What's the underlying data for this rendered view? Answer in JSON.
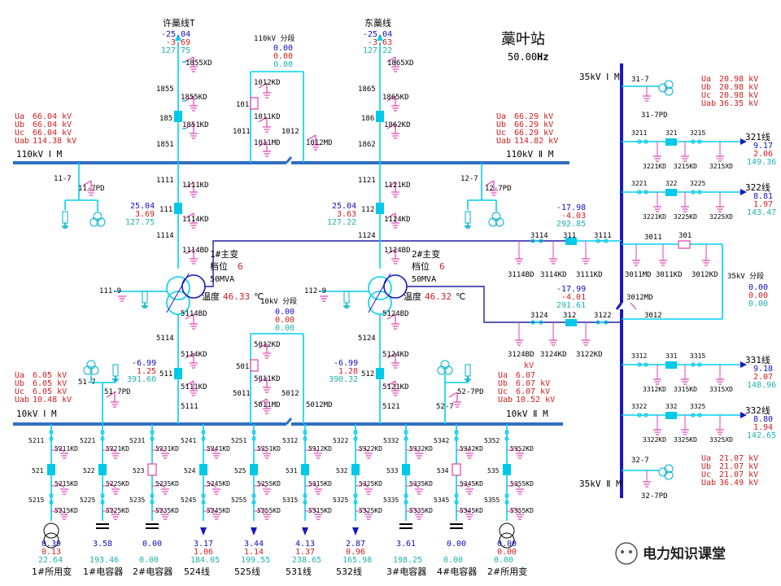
{
  "station": {
    "name": "藁叶站",
    "freq": "50.00",
    "freq_unit": "Hz"
  },
  "watermark": "电力知识课堂",
  "colors": {
    "line": "#00d0f0",
    "bus": "#3070c0",
    "breaker": "#00c8e8",
    "ground": "#e040b0",
    "red": "#d02020",
    "blue": "#1010c0",
    "cyan": "#20b0b0",
    "bus35": "#1818c0"
  },
  "buses": {
    "b110_1": "110kV Ⅰ M",
    "b110_2": "110kV Ⅱ M",
    "b10_1": "10kV Ⅰ M",
    "b10_2": "10kV Ⅱ M",
    "b35_1": "35kV Ⅰ M",
    "b35_2": "35kV Ⅱ M"
  },
  "incoming": [
    {
      "name": "许藁线T",
      "p": "-25.04",
      "q": "-3.69",
      "i": "127.75"
    },
    {
      "name": "东藁线",
      "p": "-25.04",
      "q": "-3.63",
      "i": "127.22"
    }
  ],
  "sections": {
    "s110": {
      "label": "110kV 分段",
      "v1": "0.00",
      "v2": "0.00",
      "v3": "0.00"
    },
    "s10": {
      "label": "10kV 分段",
      "v1": "0.00",
      "v2": "0.00",
      "v3": "0.00"
    },
    "s35": {
      "label": "35kV 分段",
      "v1": "0.00",
      "v2": "0.00",
      "v3": "0.00"
    }
  },
  "bus_voltages": {
    "b110_1": [
      {
        "k": "Ua",
        "v": "66.04 kV"
      },
      {
        "k": "Ub",
        "v": "66.04 kV"
      },
      {
        "k": "Uc",
        "v": "66.04 kV"
      },
      {
        "k": "Uab",
        "v": "114.38 kV"
      }
    ],
    "b110_2": [
      {
        "k": "Ua",
        "v": "66.29 kV"
      },
      {
        "k": "Ub",
        "v": "66.29 kV"
      },
      {
        "k": "Uc",
        "v": "66.29 kV"
      },
      {
        "k": "Uab",
        "v": "114.82 kV"
      }
    ],
    "b10_1": [
      {
        "k": "Ua",
        "v": "6.05 kV"
      },
      {
        "k": "Ub",
        "v": "6.05 kV"
      },
      {
        "k": "Uc",
        "v": "6.05 kV"
      },
      {
        "k": "Uab",
        "v": "10.48 kV"
      }
    ],
    "b10_2": [
      {
        "k": "Ua",
        "v": "6.07"
      },
      {
        "k": "Ub",
        "v": "6.07 kV"
      },
      {
        "k": "Uc",
        "v": "6.07 kV"
      },
      {
        "k": "Uab",
        "v": "10.52 kV"
      }
    ],
    "b35_1": [
      {
        "k": "Ua",
        "v": "20.98 kV"
      },
      {
        "k": "Ub",
        "v": "20.98 kV"
      },
      {
        "k": "Uc",
        "v": "20.98 kV"
      },
      {
        "k": "Uab",
        "v": "36.35 kV"
      }
    ],
    "b35_2": [
      {
        "k": "Ua",
        "v": "21.07 kV"
      },
      {
        "k": "Ub",
        "v": "21.07 kV"
      },
      {
        "k": "Uc",
        "v": "21.07 kV"
      },
      {
        "k": "Uab",
        "v": "36.49 kV"
      }
    ]
  },
  "transformers": [
    {
      "name": "1#主变",
      "tap_label": "档位",
      "tap": "6",
      "cap": "50MVA",
      "temp_label": "温度",
      "temp": "46.33",
      "temp_unit": "℃",
      "hv": {
        "p": "25.04",
        "q": "3.69",
        "i": "127.75"
      },
      "mv": {
        "p": "-17.98",
        "q": "-4.03",
        "i": "292.85"
      },
      "lv": {
        "p": "-6.99",
        "q": "1.25",
        "i": "391.60"
      }
    },
    {
      "name": "2#主变",
      "tap_label": "档位",
      "tap": "6",
      "cap": "50MVA",
      "temp_label": "温度",
      "temp": "46.32",
      "temp_unit": "℃",
      "hv": {
        "p": "25.04",
        "q": "3.63",
        "i": "127.22"
      },
      "mv": {
        "p": "-17.99",
        "q": "-4.01",
        "i": "291.61"
      },
      "lv": {
        "p": "-6.99",
        "q": "1.28",
        "i": "390.32"
      },
      "lv_unit": "kV"
    }
  ],
  "labels": {
    "l1855XD": "1855XD",
    "l1855": "1855",
    "l1855KD": "1855KD",
    "l185": "185",
    "l1851KD": "1851KD",
    "l1851": "1851",
    "l1865XD": "1865XD",
    "l1865": "1865",
    "l1865KD": "1865KD",
    "l186": "186",
    "l1862KD": "1862KD",
    "l1862": "1862",
    "l1012KD": "1012KD",
    "l101": "101",
    "l1011KD": "1011KD",
    "l1011": "1011",
    "l1012": "1012",
    "l1011MD": "1011MD",
    "l1012MD": "1012MD",
    "l11_7": "11-7",
    "l11_7PD": "11-7PD",
    "l12_7": "12-7",
    "l12_7PD": "12-7PD",
    "l1111": "1111",
    "l1111KD": "1111KD",
    "l111": "111",
    "l1114KD": "1114KD",
    "l1114": "1114",
    "l1114BD": "1114BD",
    "l1121": "1121",
    "l1121KD": "1121KD",
    "l112": "112",
    "l1124KD": "1124KD",
    "l1124": "1124",
    "l1124BD": "1124BD",
    "l111_9": "111-9",
    "l112_9": "112-9",
    "l5114BD": "5114BD",
    "l5114": "5114",
    "l5114KD": "5114KD",
    "l511": "511",
    "l5111KD": "5111KD",
    "l5111": "5111",
    "l5124BD": "5124BD",
    "l5124": "5124",
    "l5124KD": "5124KD",
    "l512": "512",
    "l5121KD": "5121KD",
    "l5121": "5121",
    "l5012KD": "5012KD",
    "l501": "501",
    "l5011KD": "5011KD",
    "l5011": "5011",
    "l5012": "5012",
    "l5011MD": "5011MD",
    "l5012MD": "5012MD",
    "l51_7": "51-7",
    "l51_7PD": "51-7PD",
    "l52_7": "52-7",
    "l52_7PD": "52-7PD",
    "l3114": "3114",
    "l311": "311",
    "l3111": "3111",
    "l3114BD": "3114BD",
    "l3114KD": "3114KD",
    "l3111KD": "3111KD",
    "l3124": "3124",
    "l312": "312",
    "l3122": "3122",
    "l3124BD": "3124BD",
    "l3124KD": "3124KD",
    "l3122KD": "3122KD",
    "l3011": "3011",
    "l301": "301",
    "l3011MD": "3011MD",
    "l3011KD": "3011KD",
    "l3012KD": "3012KD",
    "l3012MD": "3012MD",
    "l3012": "3012",
    "l31_7": "31-7",
    "l31_7PD": "31-7PD",
    "l32_7": "32-7",
    "l32_7PD": "32-7PD"
  },
  "feeders35": [
    {
      "a": "3211",
      "b": "321",
      "c": "3215",
      "kd1": "3221KD",
      "kd2": "3215KD",
      "xd": "3215XD",
      "name": "321线",
      "p": "9.17",
      "q": "2.06",
      "i": "149.36"
    },
    {
      "a": "3221",
      "b": "322",
      "c": "3225",
      "kd1": "3221KD",
      "kd2": "3225KD",
      "xd": "3225XD",
      "name": "322线",
      "p": "8.81",
      "q": "1.97",
      "i": "143.47"
    },
    {
      "a": "3312",
      "b": "331",
      "c": "3315",
      "kd1": "3312KD",
      "kd2": "3315KD",
      "xd": "3315XD",
      "name": "331线",
      "p": "9.18",
      "q": "2.07",
      "i": "148.96"
    },
    {
      "a": "3322",
      "b": "332",
      "c": "3325",
      "kd1": "3322KD",
      "kd2": "3325KD",
      "xd": "3325XD",
      "name": "332线",
      "p": "8.80",
      "q": "1.94",
      "i": "142.65"
    }
  ],
  "feeders10": [
    {
      "top": "5211",
      "kd1": "5211KD",
      "brk": "521",
      "kd2": "5215KD",
      "bot": "5215",
      "kd3": "5215KD",
      "name": "1#所用变",
      "v1": "0.39",
      "v2": "0.13",
      "v3": "22.64"
    },
    {
      "top": "5221",
      "kd1": "5221KD",
      "brk": "522",
      "kd2": "5225KD",
      "bot": "5225",
      "kd3": "5225KD",
      "name": "1#电容器",
      "v1": "3.58",
      "v2": "",
      "v3": "193.46"
    },
    {
      "top": "5231",
      "kd1": "5231KD",
      "brk": "523",
      "kd2": "5235KD",
      "bot": "5235",
      "kd3": "5235KD",
      "name": "2#电容器",
      "v1": "0.00",
      "v2": "",
      "v3": "0.00"
    },
    {
      "top": "5241",
      "kd1": "5241KD",
      "brk": "524",
      "kd2": "5245KD",
      "bot": "5245",
      "kd3": "5245KD",
      "name": "524线",
      "v1": "3.17",
      "v2": "1.06",
      "v3": "184.05"
    },
    {
      "top": "5251",
      "kd1": "5251KD",
      "brk": "525",
      "kd2": "5255KD",
      "bot": "5255",
      "kd3": "5255KD",
      "name": "525线",
      "v1": "3.44",
      "v2": "1.14",
      "v3": "199.55"
    },
    {
      "top": "5312",
      "kd1": "5312KD",
      "brk": "531",
      "kd2": "5315KD",
      "bot": "5315",
      "kd3": "5315KD",
      "name": "531线",
      "v1": "4.13",
      "v2": "1.37",
      "v3": "238.65"
    },
    {
      "top": "5322",
      "kd1": "5322KD",
      "brk": "532",
      "kd2": "5325KD",
      "bot": "5325",
      "kd3": "5325KD",
      "name": "532线",
      "v1": "2.87",
      "v2": "0.96",
      "v3": "165.98"
    },
    {
      "top": "5332",
      "kd1": "5332KD",
      "brk": "533",
      "kd2": "5335KD",
      "bot": "5335",
      "kd3": "5335KD",
      "name": "3#电容器",
      "v1": "3.61",
      "v2": "",
      "v3": "198.25"
    },
    {
      "top": "5342",
      "kd1": "5342KD",
      "brk": "534",
      "kd2": "5345KD",
      "bot": "5345",
      "kd3": "5345KD",
      "name": "4#电容器",
      "v1": "0.00",
      "v2": "",
      "v3": "0.00"
    },
    {
      "top": "5352",
      "kd1": "5352KD",
      "brk": "535",
      "kd2": "5355KD",
      "bot": "5355",
      "kd3": "5355KD",
      "name": "2#所用变",
      "v1": "0.00",
      "v2": "0.00",
      "v3": "0.00"
    }
  ]
}
